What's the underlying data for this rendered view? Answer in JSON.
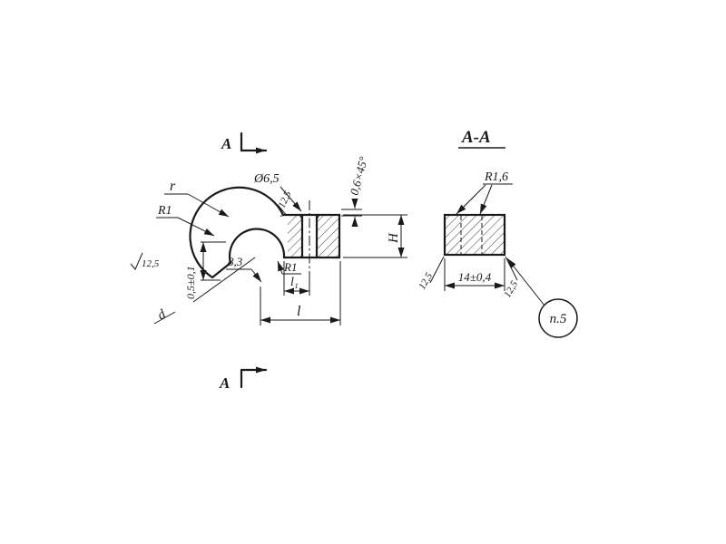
{
  "colors": {
    "ink": "#1a1a1a",
    "paper": "#ffffff"
  },
  "main_view": {
    "section_arrow_top": "A",
    "section_arrow_bottom": "A",
    "radius_r": "r",
    "radius_r1_top": "R1",
    "hole_diameter": "Ø6,5",
    "hole_roughness": "12,5",
    "chamfer": "0,6×45°",
    "height": "H",
    "side_roughness": "12,5",
    "step_dim": "0,5±0,1",
    "dim_8_3": "8,3",
    "radius_r1_bottom": "R1",
    "dim_l1": "l₁",
    "dim_l": "l",
    "dim_d": "d"
  },
  "section_view": {
    "title": "A-A",
    "corner_radius": "R1,6",
    "left_roughness": "12,5",
    "width": "14±0,4",
    "right_roughness": "12,5",
    "note_ref": "п.5"
  }
}
